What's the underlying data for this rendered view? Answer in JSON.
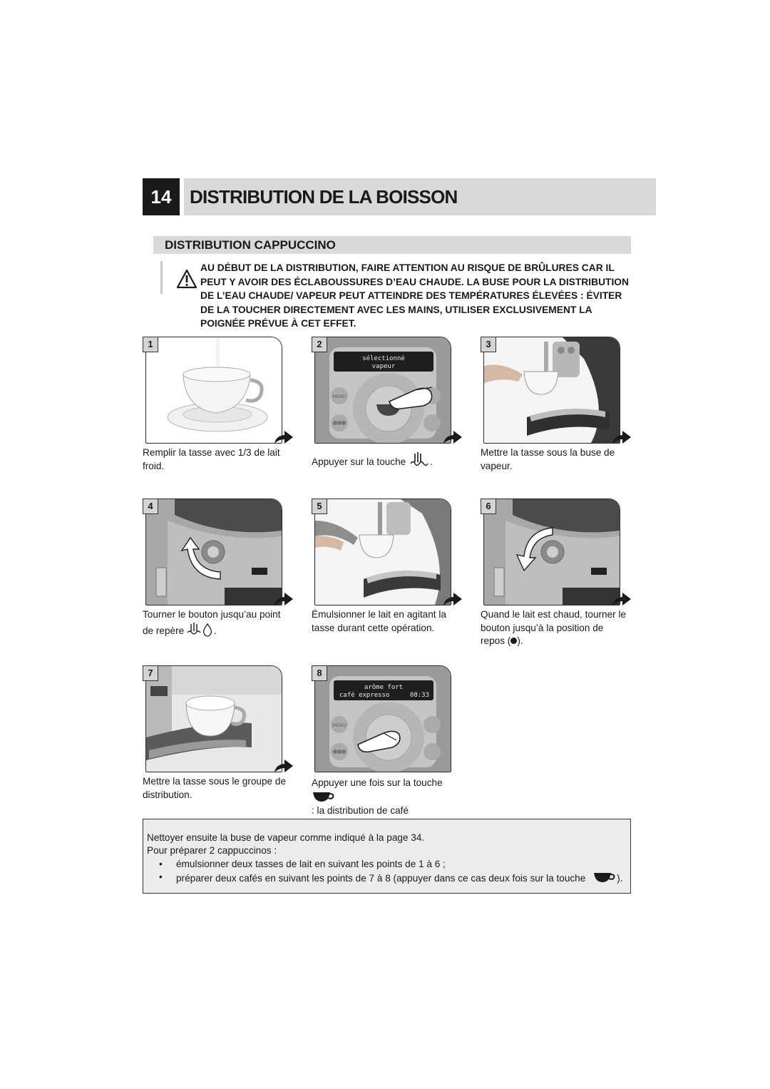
{
  "chapter": {
    "number": "14",
    "title": "DISTRIBUTION DE LA BOISSON"
  },
  "section": {
    "title": "DISTRIBUTION CAPPUCCINO"
  },
  "warning": {
    "icon": "warning-triangle-icon",
    "text": "AU DÉBUT DE LA DISTRIBUTION, FAIRE ATTENTION AU RISQUE DE BRÛLURES CAR IL PEUT Y AVOIR DES ÉCLABOUSSURES D’EAU CHAUDE. LA BUSE POUR LA DISTRIBUTION DE L’EAU CHAUDE/ VAPEUR PEUT ATTEINDRE DES TEMPÉRATURES ÉLEVÉES : ÉVITER DE LA TOUCHER DIRECTEMENT AVEC LES MAINS, UTILISER EXCLUSIVEMENT LA POIGNÉE PRÉVUE À CET EFFET."
  },
  "steps": [
    {
      "number": "1",
      "caption": "Remplir la tasse avec 1/3 de lait froid."
    },
    {
      "number": "2",
      "caption_before": "Appuyer sur la touche",
      "caption_after": ".",
      "display_line1": "sélectionné",
      "display_line2": "vapeur",
      "menu_label": "MENU"
    },
    {
      "number": "3",
      "caption": "Mettre la tasse sous la buse de vapeur."
    },
    {
      "number": "4",
      "caption_before": "Tourner le bouton jusqu’au point de repère",
      "caption_after": "."
    },
    {
      "number": "5",
      "caption": "Émulsionner le lait en agitant la tasse durant cette opération."
    },
    {
      "number": "6",
      "caption_before": "Quand le lait est chaud, tourner le bouton jusqu’à la position de repos (",
      "caption_after": ")."
    },
    {
      "number": "7",
      "caption": "Mettre la tasse sous le groupe de distribution."
    },
    {
      "number": "8",
      "caption_before": "Appuyer une fois sur la touche",
      "caption_after": ": la distribution de café commence.",
      "display_line1": "arôme fort",
      "display_line2": "café expresso",
      "display_time": "08:33",
      "menu_label": "MENU"
    }
  ],
  "note": {
    "line1": "Nettoyer ensuite la buse de vapeur comme indiqué à la page 34.",
    "line2": "Pour préparer 2 cappuccinos :",
    "bullets": [
      "émulsionner deux tasses de lait en suivant les points de 1 à 6 ;",
      "préparer deux cafés en suivant les points de 7 à 8 (appuyer dans ce cas deux fois sur la touche"
    ],
    "bullet_end": ").",
    "bullet_char": "•"
  }
}
